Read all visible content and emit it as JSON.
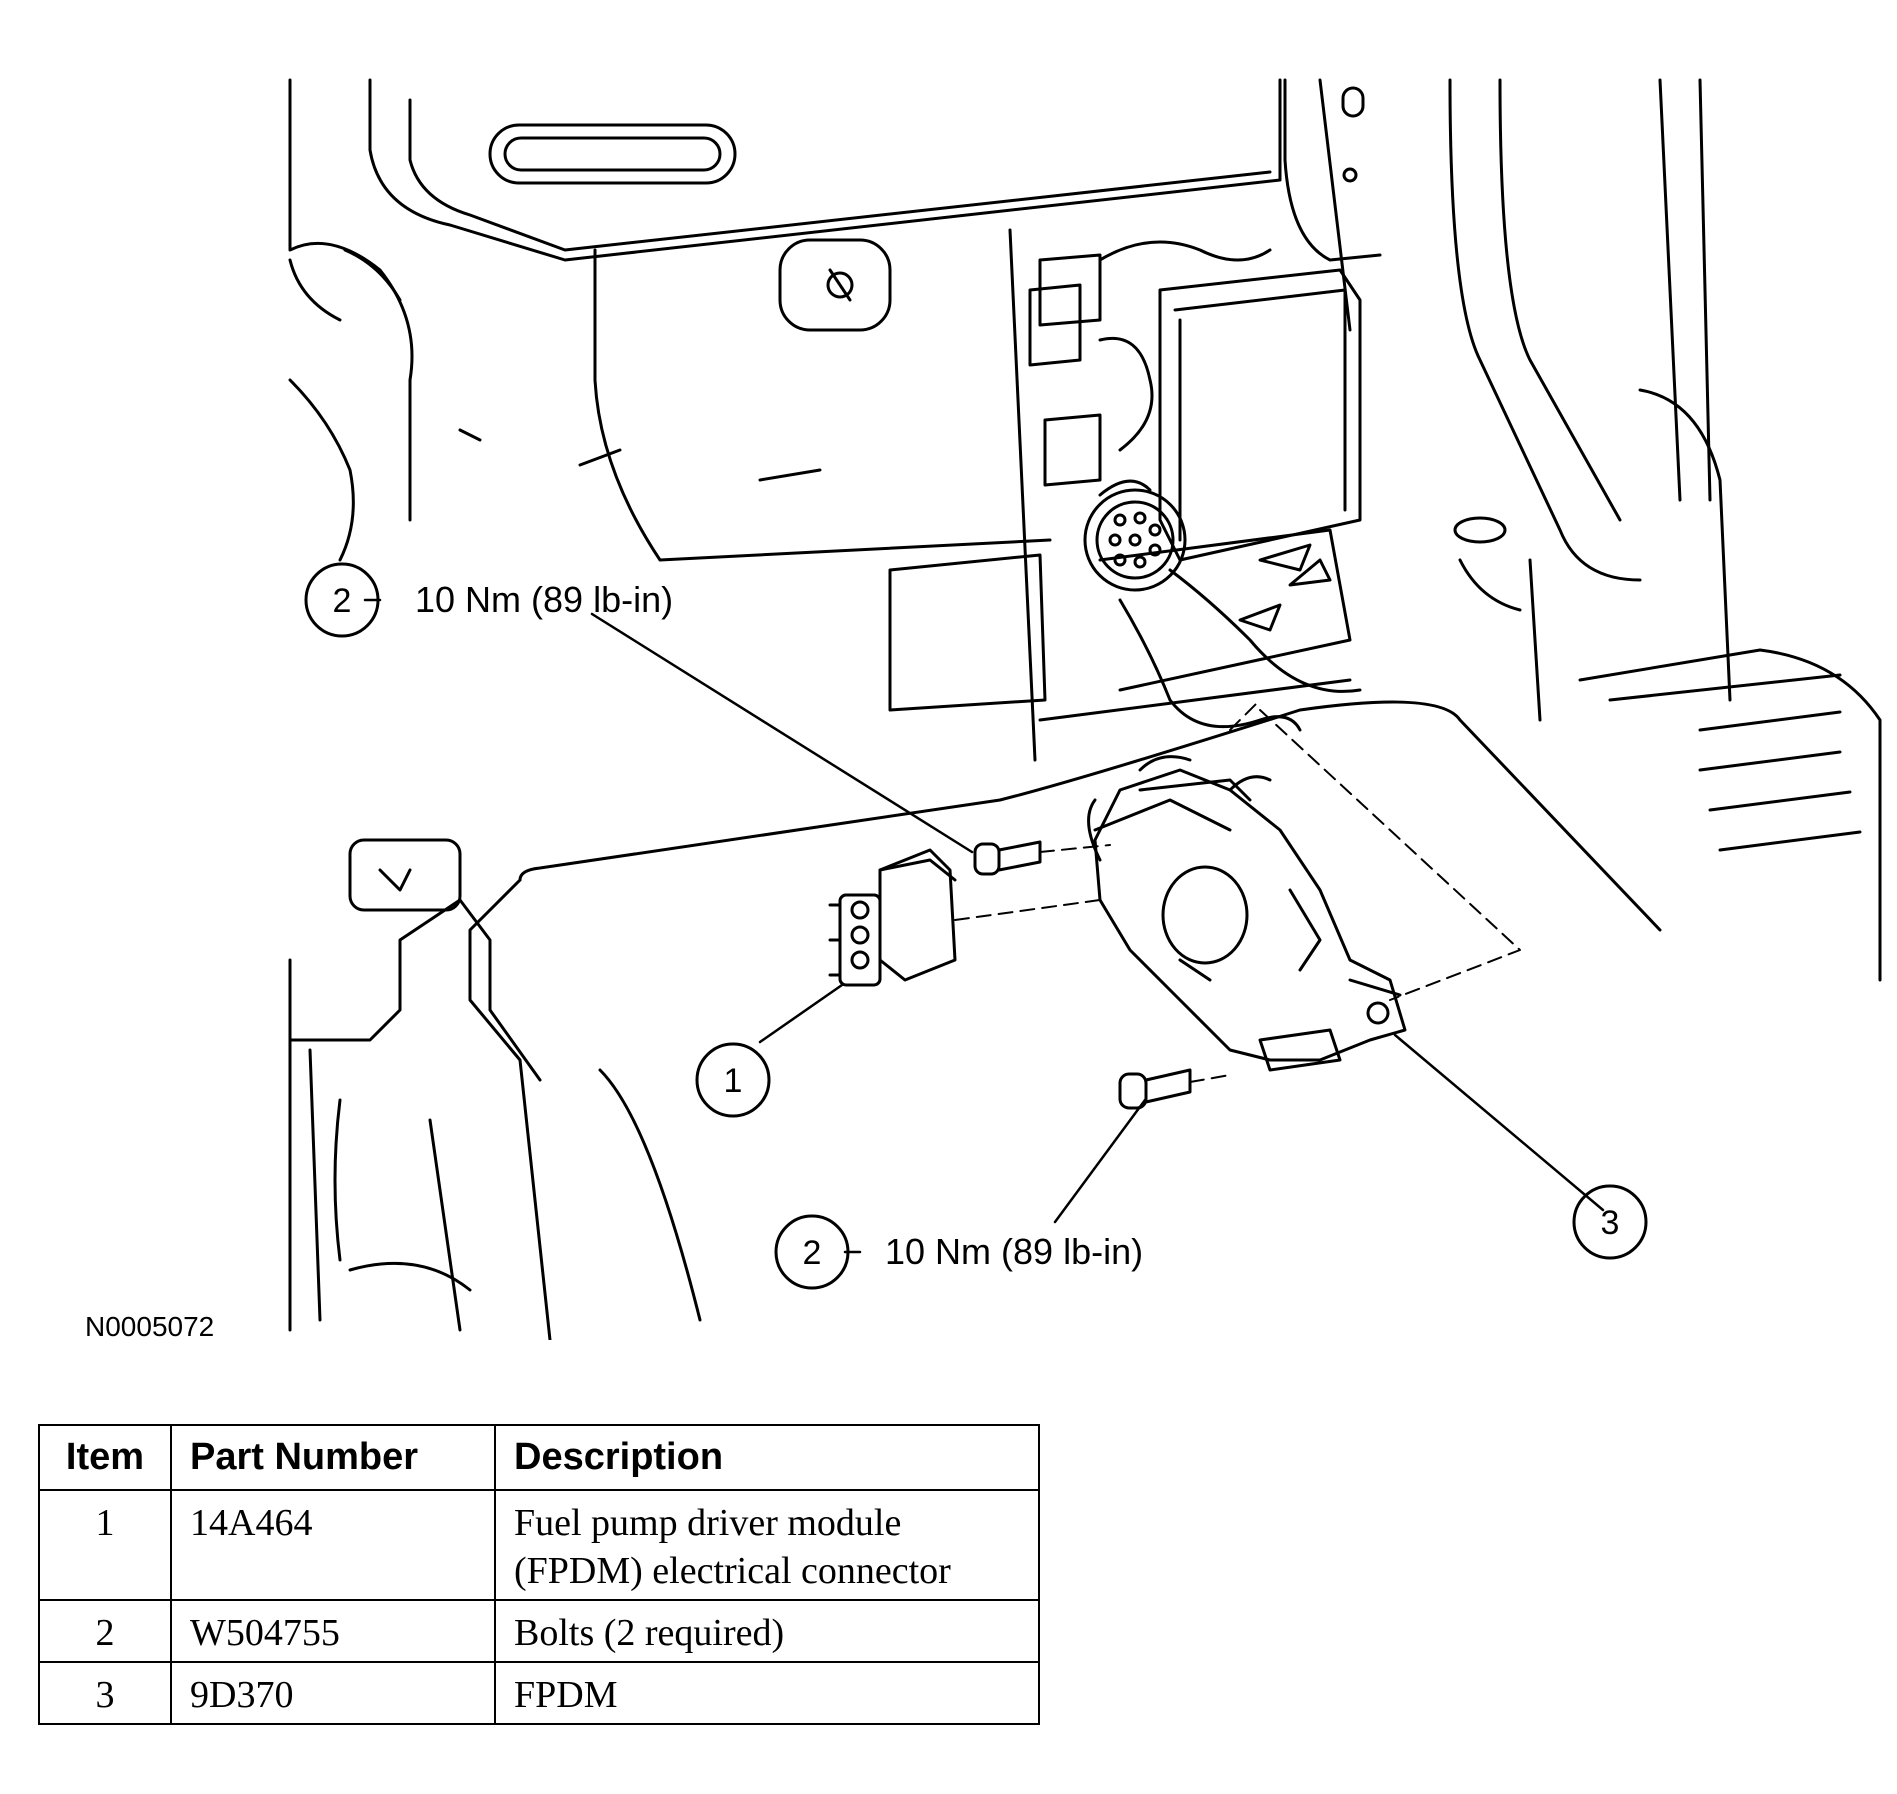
{
  "figure": {
    "figure_id": "N0005072",
    "callouts": [
      {
        "number": "2",
        "torque": "10 Nm (89 lb-in)"
      },
      {
        "number": "1"
      },
      {
        "number": "2",
        "torque": "10 Nm (89 lb-in)"
      },
      {
        "number": "3"
      }
    ]
  },
  "table": {
    "headers": [
      "Item",
      "Part Number",
      "Description"
    ],
    "rows": [
      {
        "item": "1",
        "part_number": "14A464",
        "description_line1": "Fuel pump driver module",
        "description_line2": "(FPDM) electrical connector"
      },
      {
        "item": "2",
        "part_number": "W504755",
        "description_line1": "Bolts (2 required)"
      },
      {
        "item": "3",
        "part_number": "9D370",
        "description_line1": "FPDM"
      }
    ]
  }
}
